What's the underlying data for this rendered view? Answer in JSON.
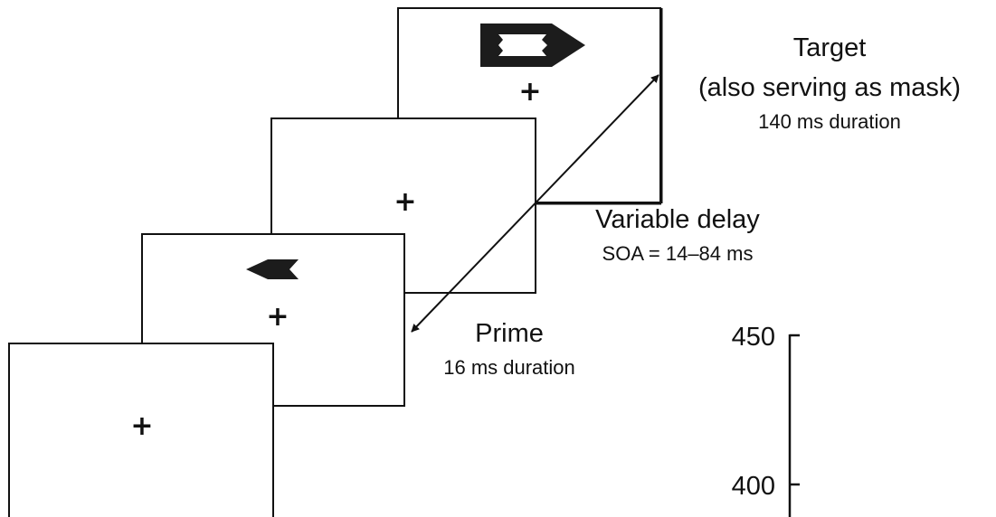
{
  "frames": {
    "fixation": {
      "cross": "+"
    },
    "prime": {
      "cross": "+",
      "icon": "left-arrow-icon"
    },
    "delay": {
      "cross": "+"
    },
    "target": {
      "cross": "+",
      "icon": "right-arrow-icon"
    }
  },
  "labels": {
    "target_title": "Target",
    "target_subtitle": "(also serving as mask)",
    "target_duration": "140 ms duration",
    "delay_title": "Variable delay",
    "delay_soa": "SOA = 14–84 ms",
    "prime_title": "Prime",
    "prime_duration": "16 ms duration"
  },
  "axis": {
    "ticks": [
      "450",
      "400"
    ]
  },
  "arrow": {
    "icon": "double-headed-arrow-icon"
  },
  "colors": {
    "ink": "#111111",
    "background": "#ffffff"
  }
}
